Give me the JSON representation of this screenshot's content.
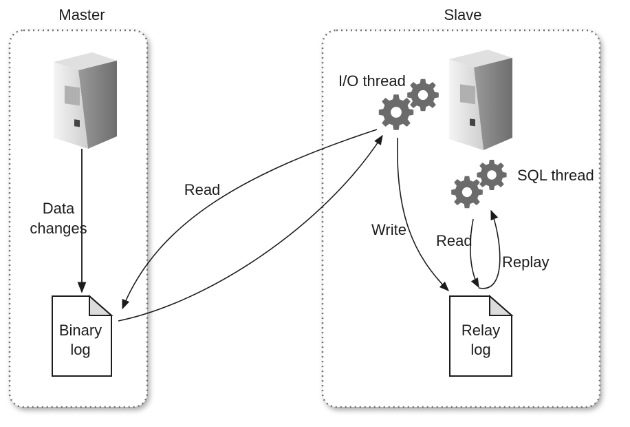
{
  "master": {
    "title": "Master",
    "data_changes": "Data\nchanges",
    "binary_log": "Binary\nlog"
  },
  "slave": {
    "title": "Slave",
    "io_thread": "I/O thread",
    "sql_thread": "SQL thread",
    "relay_log": "Relay\nlog",
    "write": "Write",
    "read": "Read",
    "replay": "Replay"
  },
  "links": {
    "read": "Read"
  },
  "colors": {
    "ink": "#1c1c1c",
    "server_light": "#eeeeee",
    "server_mid": "#bdbdbd",
    "server_dark": "#8a8a8a",
    "gear": "#6b6b6b",
    "doc_fold": "#dcdcdc"
  }
}
